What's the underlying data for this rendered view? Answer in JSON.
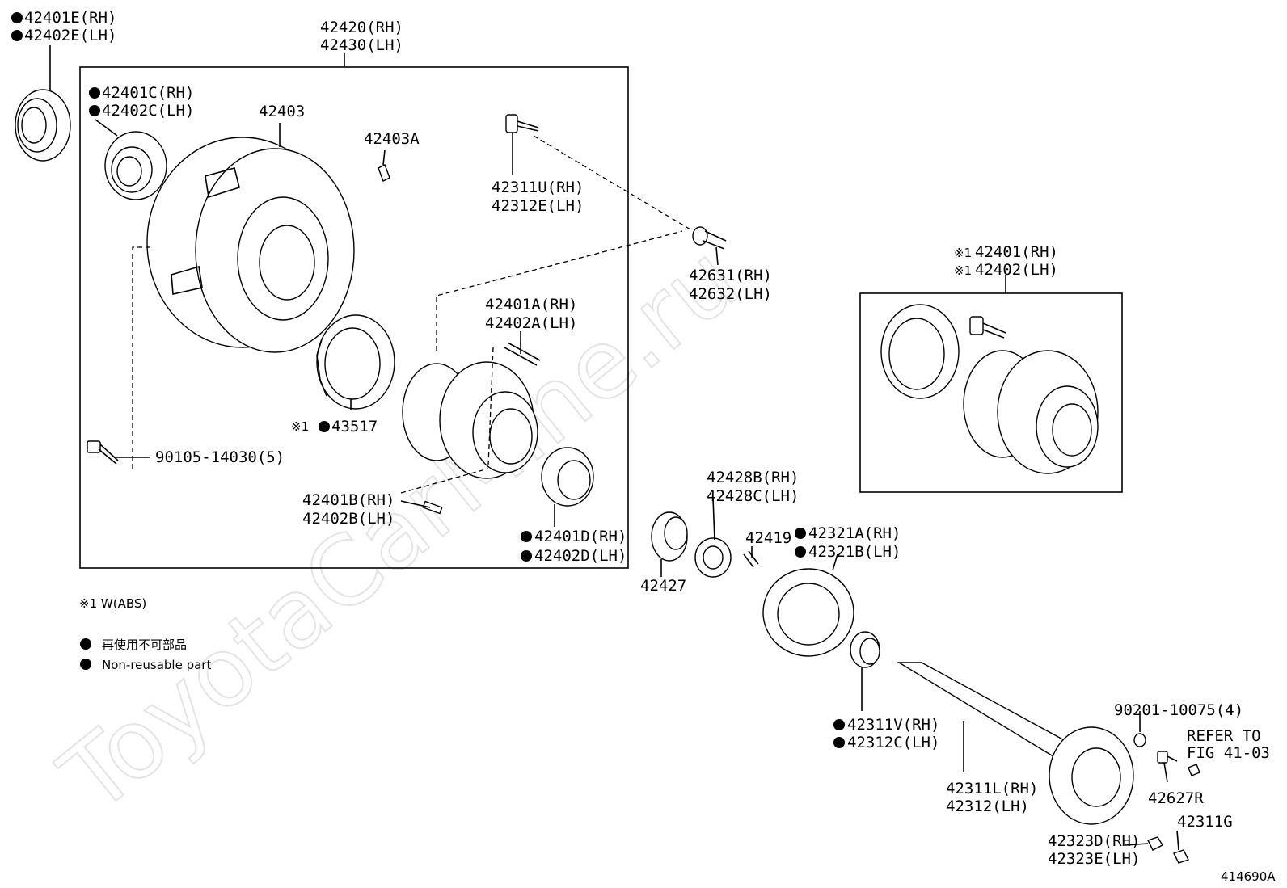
{
  "watermark": "ToyotaCarMine.ru",
  "figure_number": "414690A",
  "legend": {
    "note_abs": "※1 W(ABS)",
    "non_reusable_jp": "再使用不可部品",
    "non_reusable_en": "Non-reusable part"
  },
  "labels": {
    "p42401E": "42401E(RH)",
    "p42402E": "42402E(LH)",
    "p42420": "42420(RH)",
    "p42430": "42430(LH)",
    "p42401C": "42401C(RH)",
    "p42402C": "42402C(LH)",
    "p42403": "42403",
    "p42403A": "42403A",
    "p42311U": "42311U(RH)",
    "p42312E": "42312E(LH)",
    "p42631": "42631(RH)",
    "p42632": "42632(LH)",
    "p42401A": "42401A(RH)",
    "p42402A": "42402A(LH)",
    "p43517_mark": "※1",
    "p43517": "43517",
    "p90105": "90105-14030(5)",
    "p42401B": "42401B(RH)",
    "p42402B": "42402B(LH)",
    "p42401D": "42401D(RH)",
    "p42402D": "42402D(LH)",
    "p42401_mark": "※1",
    "p42401": "42401(RH)",
    "p42402_mark": "※1",
    "p42402": "42402(LH)",
    "p42428B": "42428B(RH)",
    "p42428C": "42428C(LH)",
    "p42419": "42419",
    "p42321A": "42321A(RH)",
    "p42321B": "42321B(LH)",
    "p42427": "42427",
    "p42311V": "42311V(RH)",
    "p42312C": "42312C(LH)",
    "p90201": "90201-10075(4)",
    "refer1": "REFER TO",
    "refer2": "FIG 41-03",
    "p42311L": "42311L(RH)",
    "p42312": "42312(LH)",
    "p42627R": "42627R",
    "p42311G": "42311G",
    "p42323D": "42323D(RH)",
    "p42323E": "42323E(LH)"
  }
}
